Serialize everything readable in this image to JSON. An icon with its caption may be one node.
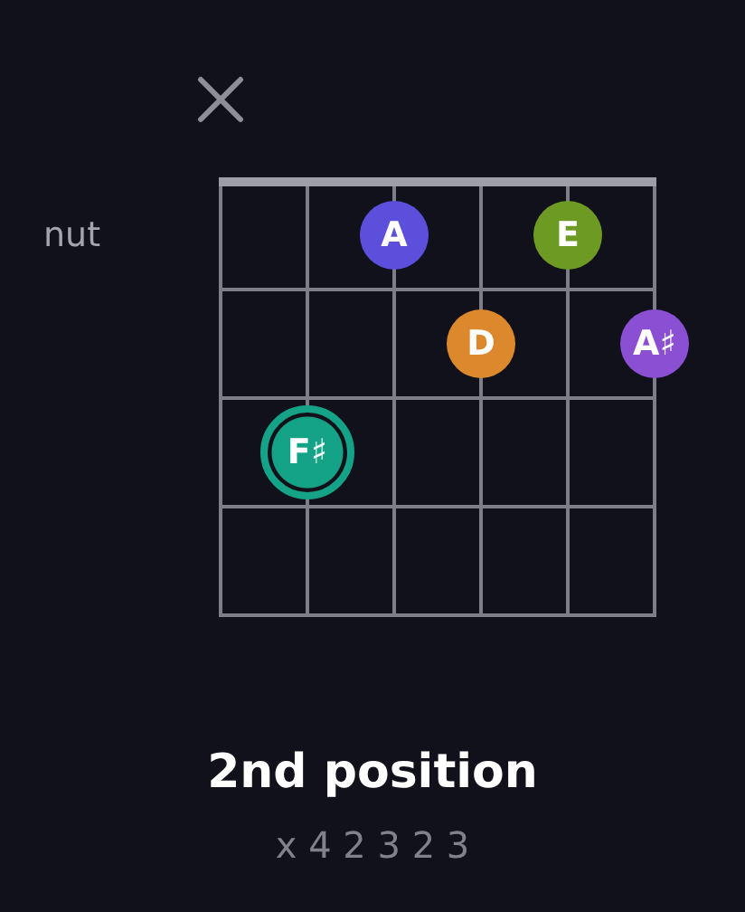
{
  "diagram": {
    "title": "2nd position",
    "nodes": [
      {
        "text": [
          "A"
        ]
      },
      {
        "text": [
          "E"
        ]
      },
      {
        "text": [
          "D"
        ]
      },
      {
        "text": [
          "A♯"
        ]
      },
      {
        "text": [
          "F♯"
        ]
      }
    ],
    "labels": [
      "nut",
      "x 4 2 3 2 3"
    ]
  }
}
